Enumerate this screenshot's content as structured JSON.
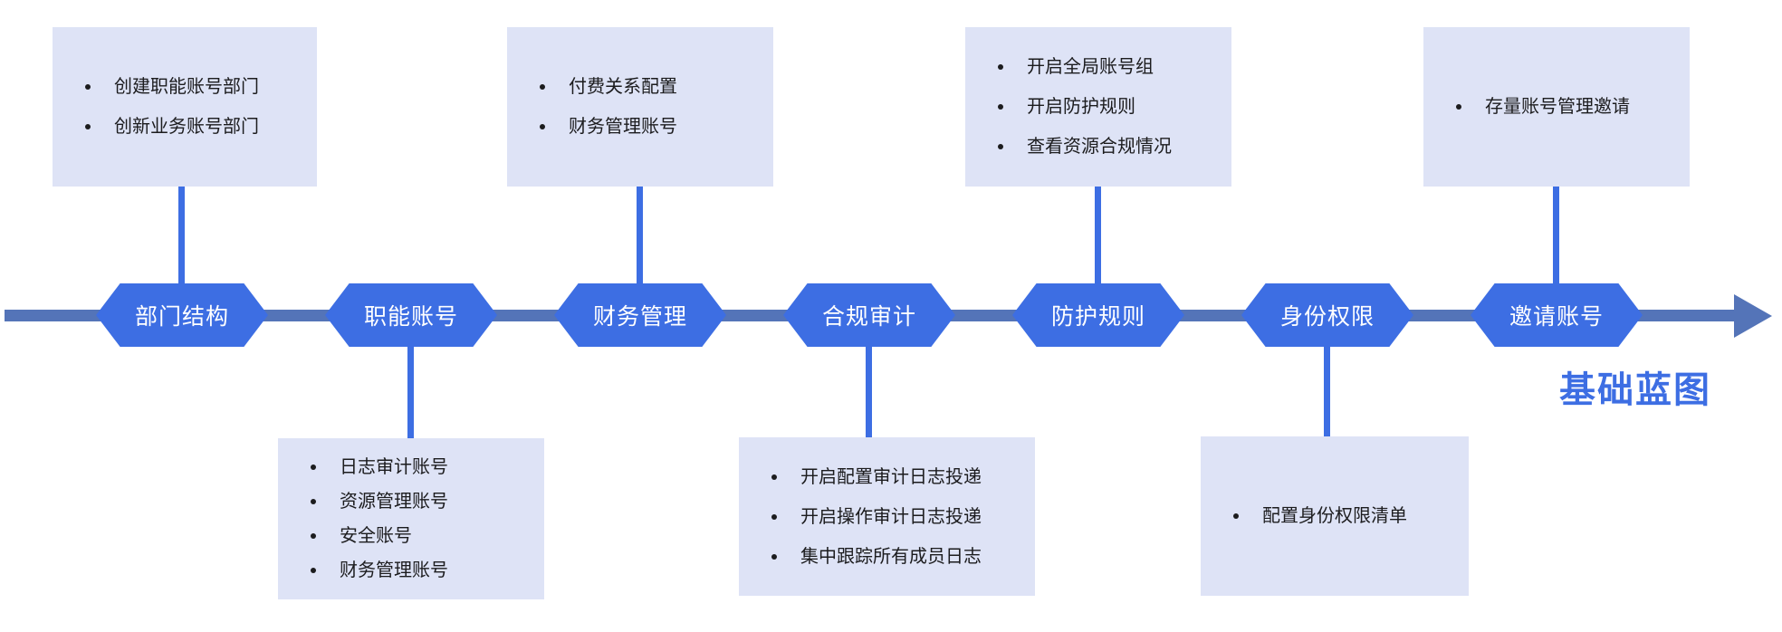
{
  "title": "基础蓝图",
  "colors": {
    "node_blue": "#3d6ee3",
    "line_slate_blue": "#5474b8",
    "box_lavender": "#dee3f6",
    "accent_blue": "#3d6ee3",
    "text_dark": "#1c1c1e",
    "background": "#ffffff"
  },
  "timeline": {
    "direction": "left-to-right-arrow",
    "nodes": [
      {
        "label": "部门结构"
      },
      {
        "label": "职能账号"
      },
      {
        "label": "财务管理"
      },
      {
        "label": "合规审计"
      },
      {
        "label": "防护规则"
      },
      {
        "label": "身份权限"
      },
      {
        "label": "邀请账号"
      }
    ]
  },
  "callouts": [
    {
      "node": "部门结构",
      "position": "top",
      "items": [
        "创建职能账号部门",
        "创新业务账号部门"
      ]
    },
    {
      "node": "职能账号",
      "position": "bottom",
      "items": [
        "日志审计账号",
        "资源管理账号",
        "安全账号",
        "财务管理账号"
      ]
    },
    {
      "node": "财务管理",
      "position": "top",
      "items": [
        "付费关系配置",
        "财务管理账号"
      ]
    },
    {
      "node": "合规审计",
      "position": "bottom",
      "items": [
        "开启配置审计日志投递",
        "开启操作审计日志投递",
        "集中跟踪所有成员日志"
      ]
    },
    {
      "node": "防护规则",
      "position": "top",
      "items": [
        "开启全局账号组",
        "开启防护规则",
        "查看资源合规情况"
      ]
    },
    {
      "node": "身份权限",
      "position": "bottom",
      "items": [
        "配置身份权限清单"
      ]
    },
    {
      "node": "邀请账号",
      "position": "top",
      "items": [
        "存量账号管理邀请"
      ]
    }
  ]
}
